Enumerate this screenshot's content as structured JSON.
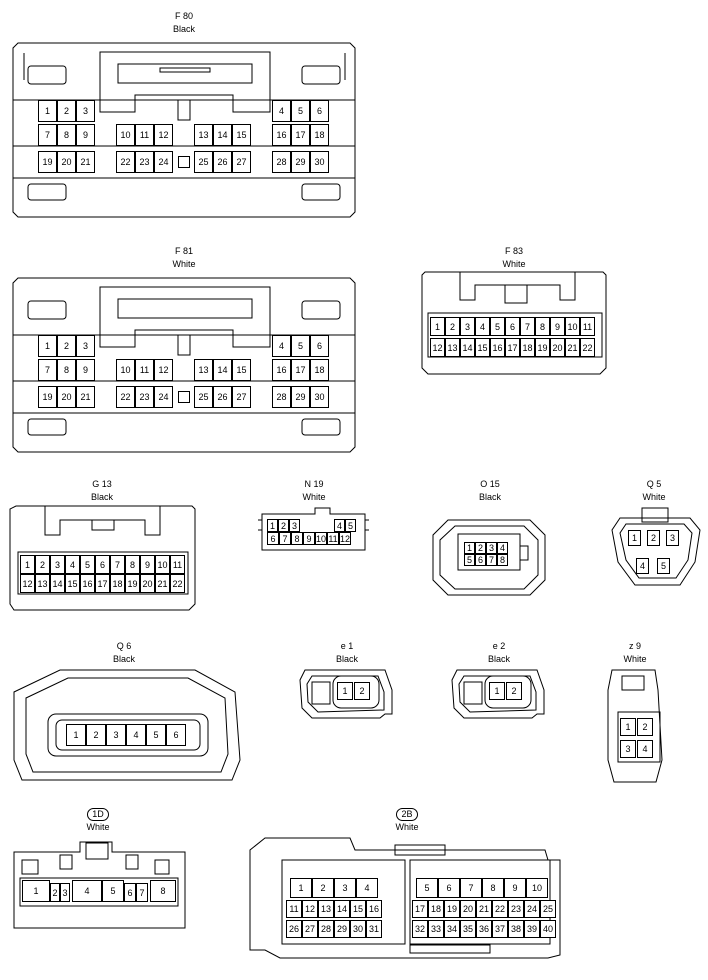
{
  "connectors": {
    "f80": {
      "code": "F 80",
      "color": "Black"
    },
    "f81": {
      "code": "F 81",
      "color": "White"
    },
    "f83": {
      "code": "F 83",
      "color": "White"
    },
    "g13": {
      "code": "G 13",
      "color": "Black"
    },
    "n19": {
      "code": "N 19",
      "color": "White"
    },
    "o15": {
      "code": "O 15",
      "color": "Black"
    },
    "q5": {
      "code": "Q 5",
      "color": "White"
    },
    "q6": {
      "code": "Q 6",
      "color": "Black"
    },
    "e1": {
      "code": "e 1",
      "color": "Black"
    },
    "e2": {
      "code": "e 2",
      "color": "Black"
    },
    "z9": {
      "code": "z 9",
      "color": "White"
    },
    "c1d": {
      "code": "1D",
      "color": "White"
    },
    "c2b": {
      "code": "2B",
      "color": "White"
    }
  },
  "pins": {
    "p1": "1",
    "p2": "2",
    "p3": "3",
    "p4": "4",
    "p5": "5",
    "p6": "6",
    "p7": "7",
    "p8": "8",
    "p9": "9",
    "p10": "10",
    "p11": "11",
    "p12": "12",
    "p13": "13",
    "p14": "14",
    "p15": "15",
    "p16": "16",
    "p17": "17",
    "p18": "18",
    "p19": "19",
    "p20": "20",
    "p21": "21",
    "p22": "22",
    "p23": "23",
    "p24": "24",
    "p25": "25",
    "p26": "26",
    "p27": "27",
    "p28": "28",
    "p29": "29",
    "p30": "30",
    "p31": "31",
    "p32": "32",
    "p33": "33",
    "p34": "34",
    "p35": "35",
    "p36": "36",
    "p37": "37",
    "p38": "38",
    "p39": "39",
    "p40": "40"
  }
}
